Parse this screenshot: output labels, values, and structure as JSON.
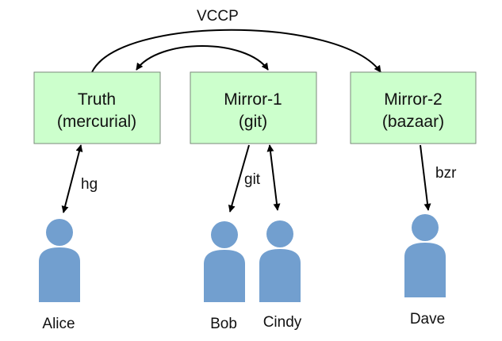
{
  "nodes": {
    "truth": {
      "line1": "Truth",
      "line2": "(mercurial)"
    },
    "mirror1": {
      "line1": "Mirror-1",
      "line2": "(git)"
    },
    "mirror2": {
      "line1": "Mirror-2",
      "line2": "(bazaar)"
    }
  },
  "edges": {
    "vccp": "VCCP",
    "hg": "hg",
    "git": "git",
    "bzr": "bzr"
  },
  "people": {
    "alice": "Alice",
    "bob": "Bob",
    "cindy": "Cindy",
    "dave": "Dave"
  },
  "colors": {
    "node_fill": "#ccffcc",
    "person_fill": "#729fcf"
  }
}
